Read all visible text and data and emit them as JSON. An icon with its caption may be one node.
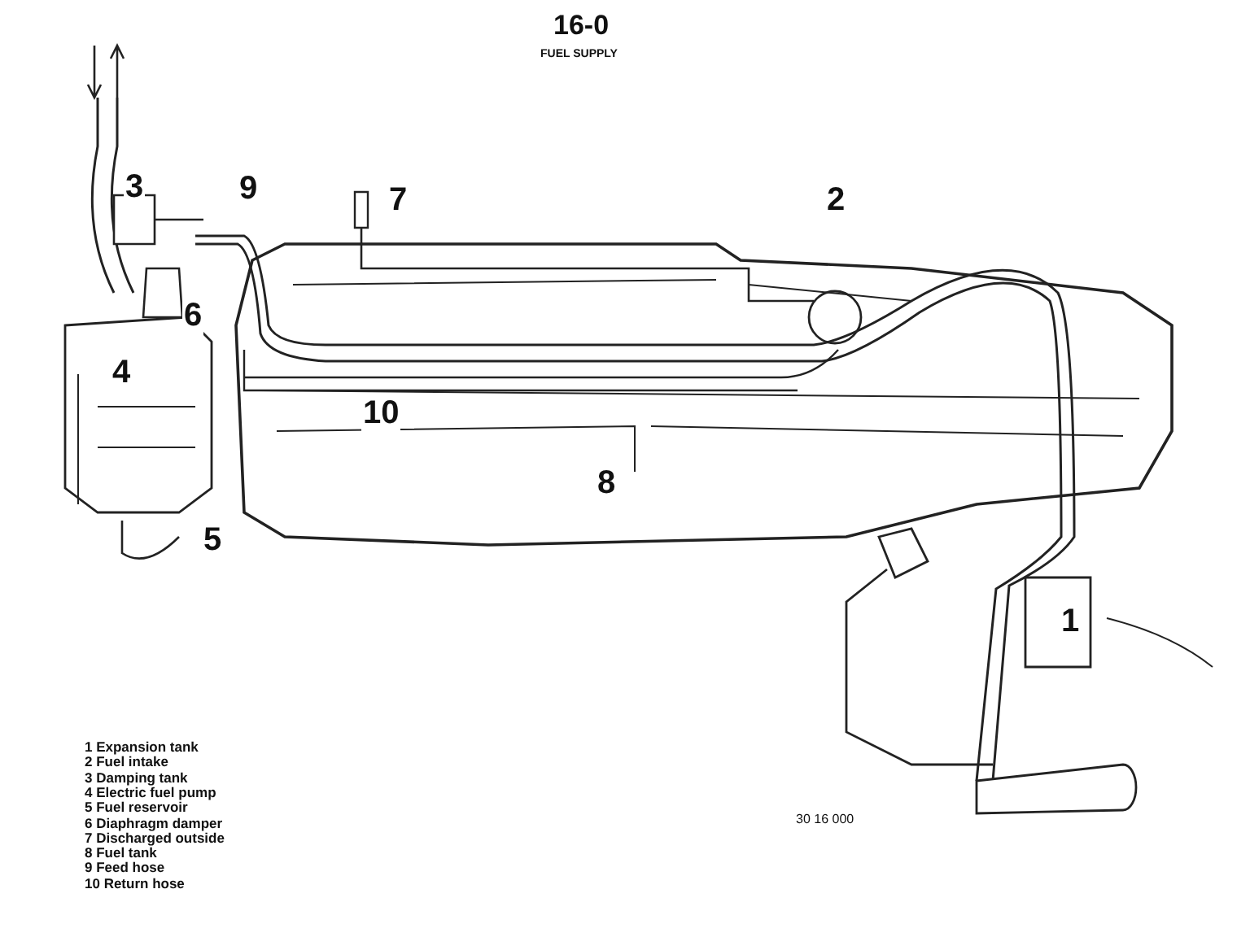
{
  "diagram": {
    "title": "16-0",
    "labels": [
      "FUEL SUPPLY",
      "3",
      "9",
      "7",
      "2",
      "6",
      "4",
      "10",
      "8",
      "5",
      "1",
      "1 Expansion tank",
      "2 Fuel intake",
      "3 Damping tank",
      "4 Electric fuel pump",
      "5 Fuel reservoir",
      "6 Diaphragm damper",
      "7 Discharged outside",
      "8 Fuel tank",
      "9 Feed hose",
      "10 Return hose",
      "30 16 000"
    ]
  }
}
